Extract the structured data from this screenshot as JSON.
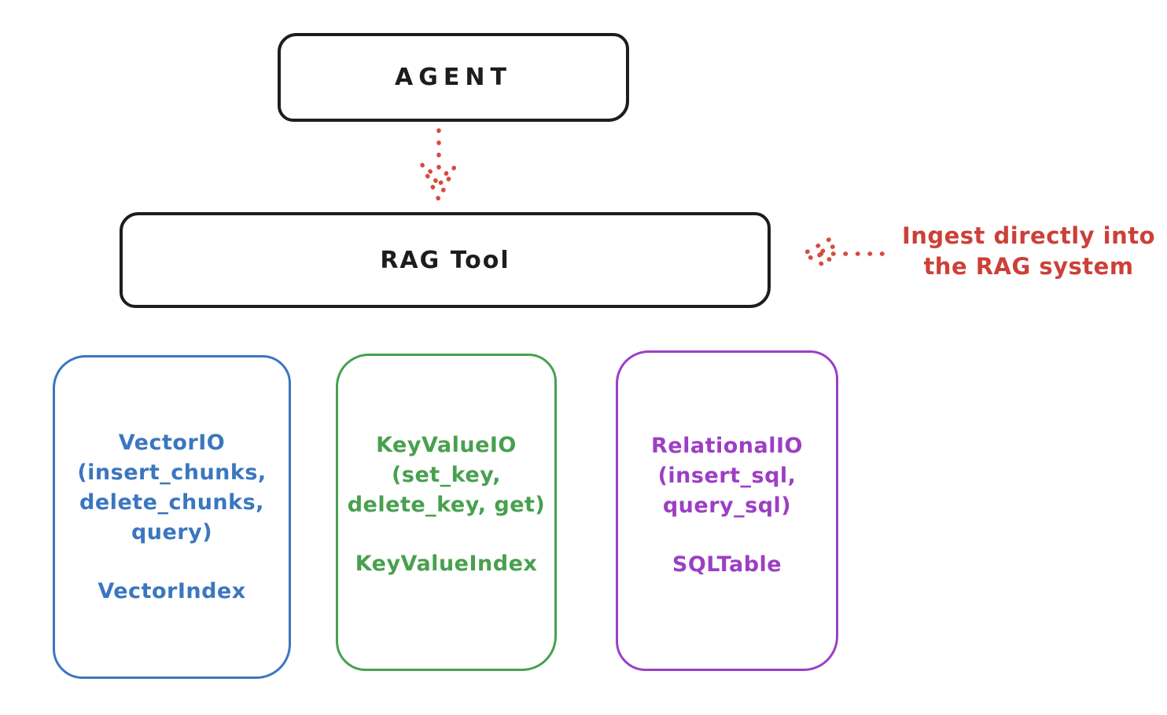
{
  "diagram": {
    "title_node": {
      "label": "AGENT"
    },
    "rag_node": {
      "label": "RAG Tool"
    },
    "annotation": {
      "line1": "Ingest directly into",
      "line2": "the RAG system"
    },
    "backends": [
      {
        "name": "vector-io",
        "lines": [
          "VectorIO",
          "(insert_chunks,",
          "delete_chunks,",
          "query)"
        ],
        "index_label": "VectorIndex",
        "color": "#3b76c0"
      },
      {
        "name": "keyvalue-io",
        "lines": [
          "KeyValueIO",
          "(set_key,",
          "delete_key, get)"
        ],
        "index_label": "KeyValueIndex",
        "color": "#48a04f"
      },
      {
        "name": "relational-io",
        "lines": [
          "RelationalIO",
          "(insert_sql,",
          "query_sql)"
        ],
        "index_label": "SQLTable",
        "color": "#9c3fc4"
      }
    ],
    "colors": {
      "ink": "#1d1d1d",
      "red_accent": "#cc4038",
      "background": "#ffffff"
    }
  }
}
